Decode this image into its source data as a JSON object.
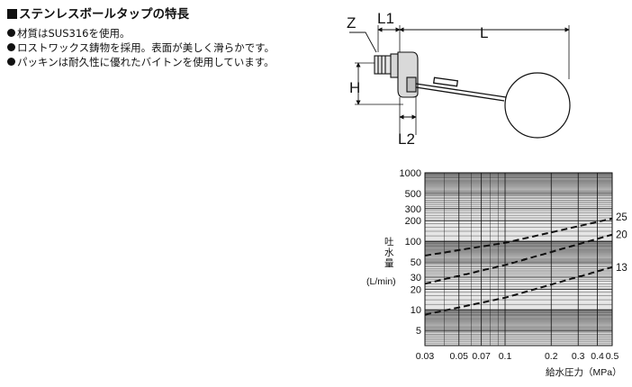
{
  "features": {
    "title": "ステンレスボールタップの特長",
    "items": [
      "材質はSUS316を使用。",
      "ロストワックス鋳物を採用。表面が美しく滑らかです。",
      "パッキンは耐久性に優れたバイトンを使用しています。"
    ]
  },
  "diagram": {
    "labels": {
      "z": "Z",
      "l1": "L1",
      "l": "L",
      "h": "H",
      "l2": "L2"
    }
  },
  "chart_data": {
    "type": "line",
    "title": "",
    "ylabel": "吐水量",
    "yunit": "(L/min)",
    "xlabel": "給水圧力（MPa）",
    "xscale": "log",
    "yscale": "log",
    "xlim": [
      0.03,
      0.5
    ],
    "ylim": [
      3,
      1000
    ],
    "x_ticks": [
      "0.03",
      "0.05",
      "0.07",
      "0.1",
      "0.2",
      "0.3",
      "0.4",
      "0.5"
    ],
    "x_tick_values": [
      0.03,
      0.05,
      0.07,
      0.1,
      0.2,
      0.3,
      0.4,
      0.5
    ],
    "y_ticks": [
      "1000",
      "500",
      "300",
      "200",
      "100",
      "50",
      "30",
      "20",
      "10",
      "5"
    ],
    "y_tick_values": [
      1000,
      500,
      300,
      200,
      100,
      50,
      30,
      20,
      10,
      5
    ],
    "grid": true,
    "series": [
      {
        "name": "25",
        "x": [
          0.03,
          0.1,
          0.5
        ],
        "y": [
          62,
          95,
          215
        ]
      },
      {
        "name": "20",
        "x": [
          0.03,
          0.1,
          0.5
        ],
        "y": [
          24,
          45,
          125
        ]
      },
      {
        "name": "13",
        "x": [
          0.03,
          0.1,
          0.5
        ],
        "y": [
          8.5,
          15,
          42
        ]
      }
    ]
  }
}
